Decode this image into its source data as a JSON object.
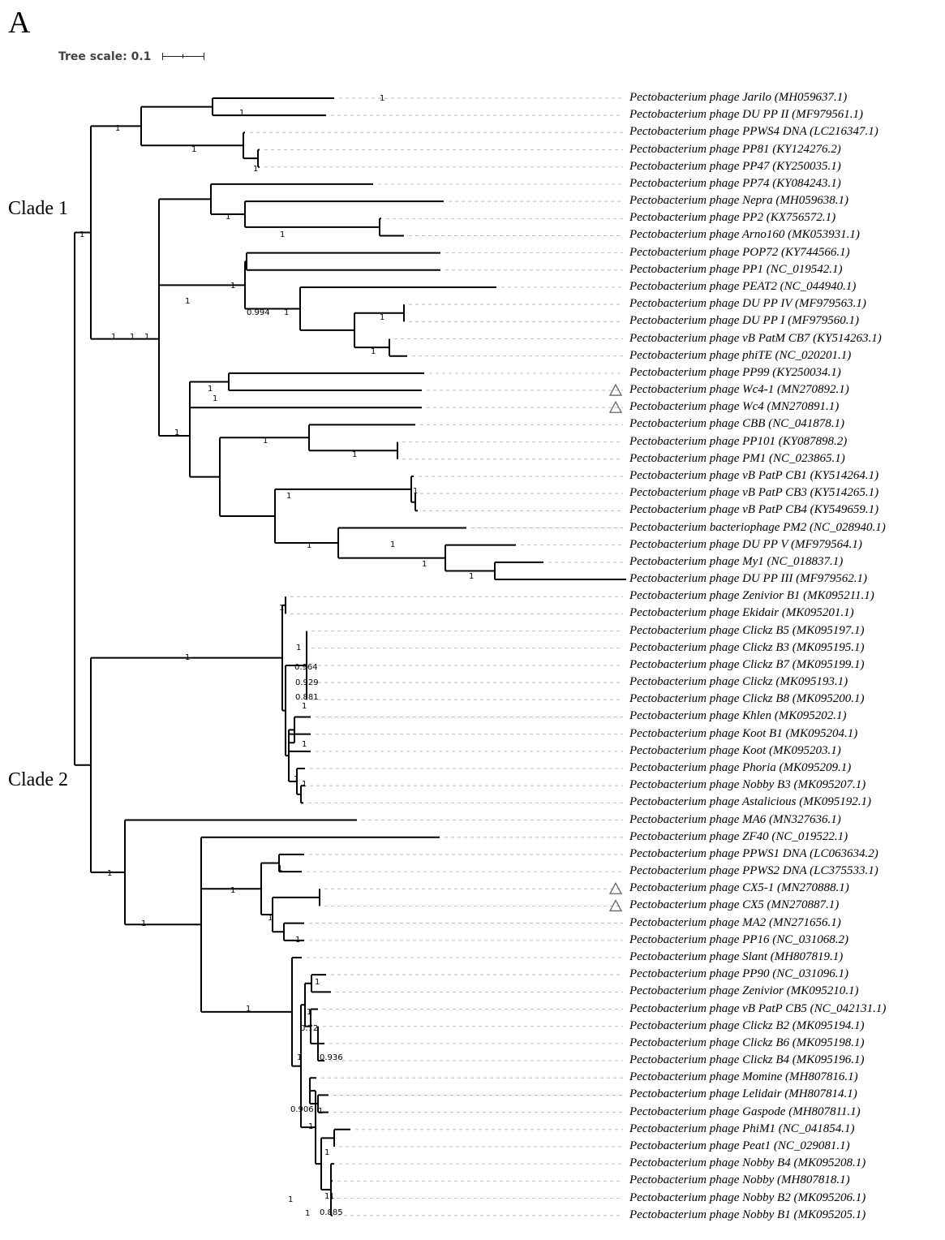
{
  "figure": {
    "panel_letter": "A",
    "scale_label": "Tree scale: 0.1",
    "clade_labels": [
      "Clade 1",
      "Clade 2"
    ],
    "highlight_marker": "open-triangle",
    "colors": {
      "branch": "#000000",
      "guide_line": "#bbbbbb",
      "marker": "#666666"
    }
  },
  "taxa": [
    {
      "label": "Pectobacterium phage Jarilo (MH059637.1)",
      "marked": false
    },
    {
      "label": "Pectobacterium phage DU PP II (MF979561.1)",
      "marked": false
    },
    {
      "label": "Pectobacterium phage PPWS4 DNA (LC216347.1)",
      "marked": false
    },
    {
      "label": "Pectobacterium phage PP81 (KY124276.2)",
      "marked": false
    },
    {
      "label": "Pectobacterium phage PP47 (KY250035.1)",
      "marked": false
    },
    {
      "label": "Pectobacterium phage PP74 (KY084243.1)",
      "marked": false
    },
    {
      "label": "Pectobacterium phage Nepra (MH059638.1)",
      "marked": false
    },
    {
      "label": "Pectobacterium phage PP2 (KX756572.1)",
      "marked": false
    },
    {
      "label": "Pectobacterium phage Arno160 (MK053931.1)",
      "marked": false
    },
    {
      "label": "Pectobacterium phage POP72 (KY744566.1)",
      "marked": false
    },
    {
      "label": "Pectobacterium phage PP1 (NC_019542.1)",
      "marked": false
    },
    {
      "label": "Pectobacterium phage PEAT2 (NC_044940.1)",
      "marked": false
    },
    {
      "label": "Pectobacterium phage DU PP IV (MF979563.1)",
      "marked": false
    },
    {
      "label": "Pectobacterium phage DU PP I (MF979560.1)",
      "marked": false
    },
    {
      "label": "Pectobacterium phage vB PatM CB7 (KY514263.1)",
      "marked": false
    },
    {
      "label": "Pectobacterium phage phiTE (NC_020201.1)",
      "marked": false
    },
    {
      "label": "Pectobacterium phage PP99 (KY250034.1)",
      "marked": false
    },
    {
      "label": "Pectobacterium phage Wc4-1 (MN270892.1)",
      "marked": true
    },
    {
      "label": "Pectobacterium phage Wc4 (MN270891.1)",
      "marked": true
    },
    {
      "label": "Pectobacterium phage CBB (NC_041878.1)",
      "marked": false
    },
    {
      "label": "Pectobacterium phage PP101 (KY087898.2)",
      "marked": false
    },
    {
      "label": "Pectobacterium phage PM1 (NC_023865.1)",
      "marked": false
    },
    {
      "label": "Pectobacterium phage vB PatP CB1 (KY514264.1)",
      "marked": false
    },
    {
      "label": "Pectobacterium phage vB PatP CB3 (KY514265.1)",
      "marked": false
    },
    {
      "label": "Pectobacterium phage vB PatP CB4 (KY549659.1)",
      "marked": false
    },
    {
      "label": "Pectobacterium bacteriophage PM2 (NC_028940.1)",
      "marked": false
    },
    {
      "label": "Pectobacterium phage DU PP V (MF979564.1)",
      "marked": false
    },
    {
      "label": "Pectobacterium phage My1 (NC_018837.1)",
      "marked": false
    },
    {
      "label": "Pectobacterium phage DU PP III (MF979562.1)",
      "marked": false
    },
    {
      "label": "Pectobacterium phage Zenivior B1 (MK095211.1)",
      "marked": false
    },
    {
      "label": "Pectobacterium phage Ekidair (MK095201.1)",
      "marked": false
    },
    {
      "label": "Pectobacterium phage Clickz B5 (MK095197.1)",
      "marked": false
    },
    {
      "label": "Pectobacterium phage Clickz B3 (MK095195.1)",
      "marked": false
    },
    {
      "label": "Pectobacterium phage Clickz B7 (MK095199.1)",
      "marked": false
    },
    {
      "label": "Pectobacterium phage Clickz (MK095193.1)",
      "marked": false
    },
    {
      "label": "Pectobacterium phage Clickz B8 (MK095200.1)",
      "marked": false
    },
    {
      "label": "Pectobacterium phage Khlen (MK095202.1)",
      "marked": false
    },
    {
      "label": "Pectobacterium phage Koot B1 (MK095204.1)",
      "marked": false
    },
    {
      "label": "Pectobacterium phage Koot (MK095203.1)",
      "marked": false
    },
    {
      "label": "Pectobacterium phage Phoria (MK095209.1)",
      "marked": false
    },
    {
      "label": "Pectobacterium phage Nobby B3 (MK095207.1)",
      "marked": false
    },
    {
      "label": "Pectobacterium phage Astalicious (MK095192.1)",
      "marked": false
    },
    {
      "label": "Pectobacterium phage MA6 (MN327636.1)",
      "marked": false
    },
    {
      "label": "Pectobacterium phage ZF40 (NC_019522.1)",
      "marked": false
    },
    {
      "label": "Pectobacterium phage PPWS1 DNA (LC063634.2)",
      "marked": false
    },
    {
      "label": "Pectobacterium phage PPWS2 DNA (LC375533.1)",
      "marked": false
    },
    {
      "label": "Pectobacterium phage CX5-1 (MN270888.1)",
      "marked": true
    },
    {
      "label": "Pectobacterium phage CX5 (MN270887.1)",
      "marked": true
    },
    {
      "label": "Pectobacterium phage MA2 (MN271656.1)",
      "marked": false
    },
    {
      "label": "Pectobacterium phage PP16 (NC_031068.2)",
      "marked": false
    },
    {
      "label": "Pectobacterium phage Slant (MH807819.1)",
      "marked": false
    },
    {
      "label": "Pectobacterium phage PP90 (NC_031096.1)",
      "marked": false
    },
    {
      "label": "Pectobacterium phage Zenivior (MK095210.1)",
      "marked": false
    },
    {
      "label": "Pectobacterium phage vB PatP CB5 (NC_042131.1)",
      "marked": false
    },
    {
      "label": "Pectobacterium phage Clickz B2 (MK095194.1)",
      "marked": false
    },
    {
      "label": "Pectobacterium phage Clickz B6 (MK095198.1)",
      "marked": false
    },
    {
      "label": "Pectobacterium phage Clickz B4 (MK095196.1)",
      "marked": false
    },
    {
      "label": "Pectobacterium phage Momine (MH807816.1)",
      "marked": false
    },
    {
      "label": "Pectobacterium phage Lelidair (MH807814.1)",
      "marked": false
    },
    {
      "label": "Pectobacterium phage Gaspode (MH807811.1)",
      "marked": false
    },
    {
      "label": "Pectobacterium phage PhiM1 (NC_041854.1)",
      "marked": false
    },
    {
      "label": "Pectobacterium phage Peat1 (NC_029081.1)",
      "marked": false
    },
    {
      "label": "Pectobacterium phage Nobby B4 (MK095208.1)",
      "marked": false
    },
    {
      "label": "Pectobacterium phage Nobby (MH807818.1)",
      "marked": false
    },
    {
      "label": "Pectobacterium phage Nobby B2 (MK095206.1)",
      "marked": false
    },
    {
      "label": "Pectobacterium phage Nobby B1 (MK095205.1)",
      "marked": false
    }
  ]
}
